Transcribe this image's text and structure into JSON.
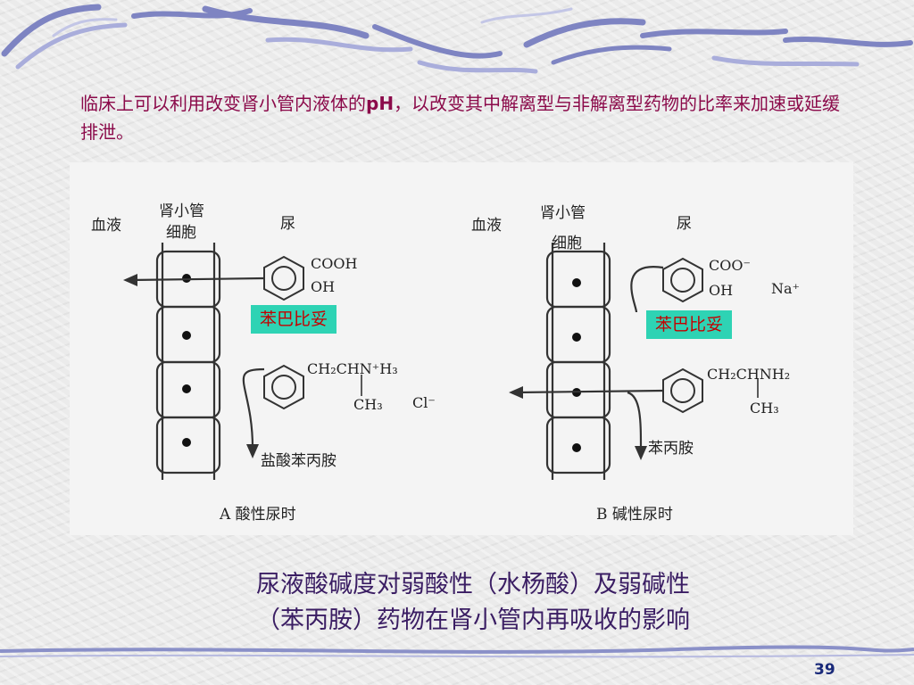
{
  "caption": {
    "part1": "临床上可以利用改变肾小管内液体的",
    "ph": "pH",
    "part2": "，以改变其中解离型与非解离型药物的比率来加速或延缓排泄。"
  },
  "figure": {
    "panel_a": {
      "blood": "血液",
      "tubule_cell_1": "肾小管",
      "tubule_cell_2": "细胞",
      "urine": "尿",
      "cooh": "COOH",
      "oh": "OH",
      "drug_tag": "苯巴比妥",
      "amine_1": "CH₂CHN⁺H₃",
      "amine_2": "CH₃",
      "cl": "Cl⁻",
      "product": "盐酸苯丙胺",
      "panel_label": "A 酸性尿时"
    },
    "panel_b": {
      "blood": "血液",
      "tubule_cell_1": "肾小管",
      "tubule_cell_2": "细胞",
      "urine": "尿",
      "coo": "COO⁻",
      "oh": "OH",
      "na": "Na⁺",
      "drug_tag": "苯巴比妥",
      "amine_1": "CH₂CHNH₂",
      "amine_2": "CH₃",
      "product": "苯丙胺",
      "panel_label": "B 碱性尿时"
    }
  },
  "subtitle": {
    "line1": "尿液酸碱度对弱酸性（水杨酸）及弱碱性",
    "line2": "（苯丙胺）药物在肾小管内再吸收的影响"
  },
  "page_number": "39",
  "colors": {
    "caption": "#8b0a4a",
    "drug_tag_bg": "#2ed3b4",
    "drug_tag_text": "#c40000",
    "subtitle": "#3a1d63",
    "banner_stroke": "#8a90c8"
  }
}
